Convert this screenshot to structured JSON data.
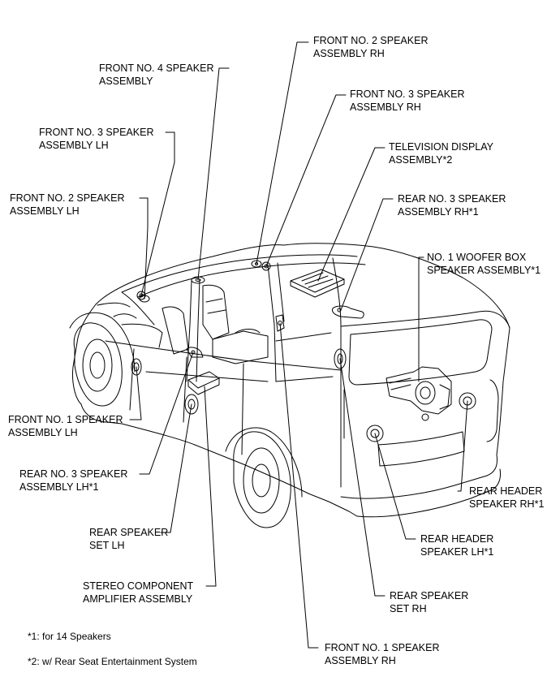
{
  "labels": {
    "front_no2_rh": {
      "line1": "FRONT NO. 2 SPEAKER",
      "line2": "ASSEMBLY RH"
    },
    "front_no4": {
      "line1": "FRONT NO. 4 SPEAKER",
      "line2": "ASSEMBLY"
    },
    "front_no3_rh": {
      "line1": "FRONT NO. 3 SPEAKER",
      "line2": "ASSEMBLY RH"
    },
    "front_no3_lh": {
      "line1": "FRONT NO. 3 SPEAKER",
      "line2": "ASSEMBLY LH"
    },
    "tv_display": {
      "line1": "TELEVISION DISPLAY",
      "line2": "ASSEMBLY*2"
    },
    "front_no2_lh": {
      "line1": "FRONT NO. 2 SPEAKER",
      "line2": "ASSEMBLY LH"
    },
    "rear_no3_rh": {
      "line1": "REAR NO. 3 SPEAKER",
      "line2": "ASSEMBLY RH*1"
    },
    "woofer_box": {
      "line1": "NO. 1 WOOFER BOX",
      "line2": "SPEAKER ASSEMBLY*1"
    },
    "front_no1_lh": {
      "line1": "FRONT NO. 1 SPEAKER",
      "line2": "ASSEMBLY LH"
    },
    "rear_no3_lh": {
      "line1": "REAR NO. 3 SPEAKER",
      "line2": "ASSEMBLY LH*1"
    },
    "rear_header_rh": {
      "line1": "REAR HEADER",
      "line2": "SPEAKER RH*1"
    },
    "rear_speaker_lh": {
      "line1": "REAR SPEAKER",
      "line2": "SET LH"
    },
    "rear_header_lh": {
      "line1": "REAR HEADER",
      "line2": "SPEAKER LH*1"
    },
    "amplifier": {
      "line1": "STEREO COMPONENT",
      "line2": "AMPLIFIER ASSEMBLY"
    },
    "rear_speaker_rh": {
      "line1": "REAR SPEAKER",
      "line2": "SET RH"
    },
    "front_no1_rh": {
      "line1": "FRONT NO. 1 SPEAKER",
      "line2": "ASSEMBLY RH"
    }
  },
  "notes": {
    "note1": "*1: for 14 Speakers",
    "note2": "*2: w/ Rear Seat Entertainment System"
  }
}
